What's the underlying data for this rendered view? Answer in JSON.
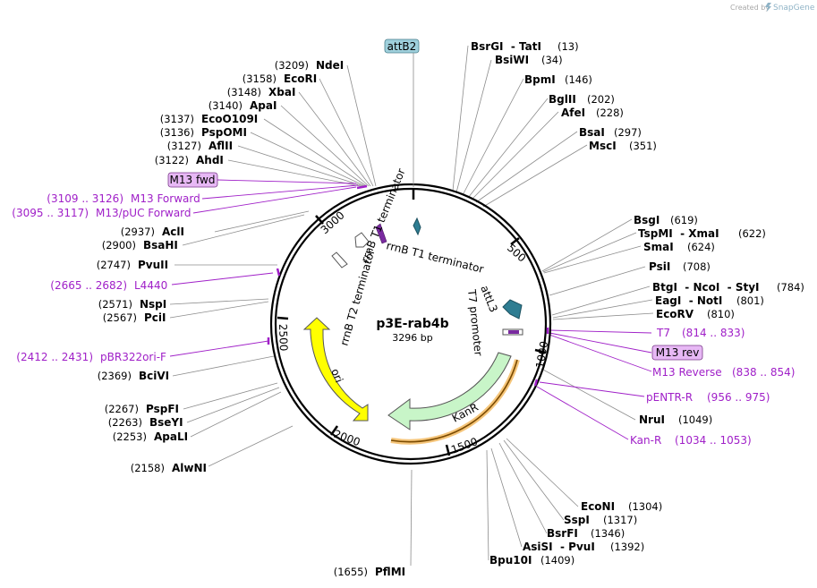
{
  "credit": {
    "prefix": "Created by",
    "brand": "SnapGene"
  },
  "plasmid": {
    "name": "p3E-rab4b",
    "length": "3296 bp"
  },
  "ticks": [
    "500",
    "1000",
    "1500",
    "2000",
    "2500",
    "3000"
  ],
  "features": {
    "rrnb_t1": "rrnB T1 terminator",
    "rrnb_t2": "rrnB T2 terminator",
    "attl3": "attL3",
    "t7_promoter": "T7 promoter",
    "kanr": "KanR",
    "ori": "ori"
  },
  "boxes": {
    "attb2": "attB2",
    "m13fwd": "M13 fwd",
    "m13rev": "M13 rev"
  },
  "sites": {
    "ndei": {
      "name": "NdeI",
      "pos": "(3209)"
    },
    "ecori": {
      "name": "EcoRI",
      "pos": "(3158)"
    },
    "xbai": {
      "name": "XbaI",
      "pos": "(3148)"
    },
    "apai": {
      "name": "ApaI",
      "pos": "(3140)"
    },
    "ecoo109i": {
      "name": "EcoO109I",
      "pos": "(3137)"
    },
    "pspomi": {
      "name": "PspOMI",
      "pos": "(3136)"
    },
    "aflii": {
      "name": "AflII",
      "pos": "(3127)"
    },
    "ahdi": {
      "name": "AhdI",
      "pos": "(3122)"
    },
    "acli": {
      "name": "AclI",
      "pos": "(2937)"
    },
    "bsahi": {
      "name": "BsaHI",
      "pos": "(2900)"
    },
    "pvuii": {
      "name": "PvuII",
      "pos": "(2747)"
    },
    "nspi": {
      "name": "NspI",
      "pos": "(2571)"
    },
    "pcii": {
      "name": "PciI",
      "pos": "(2567)"
    },
    "bcivi": {
      "name": "BciVI",
      "pos": "(2369)"
    },
    "pspfi": {
      "name": "PspFI",
      "pos": "(2267)"
    },
    "bseyi": {
      "name": "BseYI",
      "pos": "(2263)"
    },
    "apali": {
      "name": "ApaLI",
      "pos": "(2253)"
    },
    "alwni": {
      "name": "AlwNI",
      "pos": "(2158)"
    },
    "pflmi": {
      "name": "PflMI",
      "pos": "(1655)"
    },
    "bsrgi_tati": {
      "name": "BsrGI  - TatI",
      "pos": "(13)"
    },
    "bsiwi": {
      "name": "BsiWI",
      "pos": "(34)"
    },
    "bpmi": {
      "name": "BpmI",
      "pos": "(146)"
    },
    "bglii": {
      "name": "BglII",
      "pos": "(202)"
    },
    "afei": {
      "name": "AfeI",
      "pos": "(228)"
    },
    "bsai": {
      "name": "BsaI",
      "pos": "(297)"
    },
    "msci": {
      "name": "MscI",
      "pos": "(351)"
    },
    "bsgi": {
      "name": "BsgI",
      "pos": "(619)"
    },
    "tspmi_xmai": {
      "name": "TspMI  - XmaI",
      "pos": "(622)"
    },
    "smai": {
      "name": "SmaI",
      "pos": "(624)"
    },
    "psii": {
      "name": "PsiI",
      "pos": "(708)"
    },
    "btgi_ncoi_styi": {
      "name": "BtgI  - NcoI  - StyI",
      "pos": "(784)"
    },
    "eagi_noti": {
      "name": "EagI  - NotI",
      "pos": "(801)"
    },
    "ecorv": {
      "name": "EcoRV",
      "pos": "(810)"
    },
    "nrui": {
      "name": "NruI",
      "pos": "(1049)"
    },
    "econi": {
      "name": "EcoNI",
      "pos": "(1304)"
    },
    "sspi": {
      "name": "SspI",
      "pos": "(1317)"
    },
    "bsrfi": {
      "name": "BsrFI",
      "pos": "(1346)"
    },
    "asisi_pvui": {
      "name": "AsiSI  - PvuI",
      "pos": "(1392)"
    },
    "bpu10i": {
      "name": "Bpu10I",
      "pos": "(1409)"
    }
  },
  "primers": {
    "m13_forward": {
      "range": "(3109 .. 3126)",
      "name": "M13 Forward"
    },
    "m13_puc_forward": {
      "range": "(3095 .. 3117)",
      "name": "M13/pUC Forward"
    },
    "l4440": {
      "range": "(2665 .. 2682)",
      "name": "L4440"
    },
    "pbr322ori_f": {
      "range": "(2412 .. 2431)",
      "name": "pBR322ori-F"
    },
    "t7": {
      "name": "T7",
      "range": "(814 .. 833)"
    },
    "m13_reverse": {
      "name": "M13 Reverse",
      "range": "(838 .. 854)"
    },
    "pentr_r": {
      "name": "pENTR-R",
      "range": "(956 .. 975)"
    },
    "kan_r": {
      "name": "Kan-R",
      "range": "(1034 .. 1053)"
    }
  },
  "colors": {
    "primer": "#a020c8",
    "kanr": "#c8f5c8",
    "ori": "#ffff00",
    "attl3": "#2e7d92",
    "terminator": "#ffffff",
    "box_attb2": "#9fd0dc",
    "box_m13": "#e7b8f5"
  }
}
